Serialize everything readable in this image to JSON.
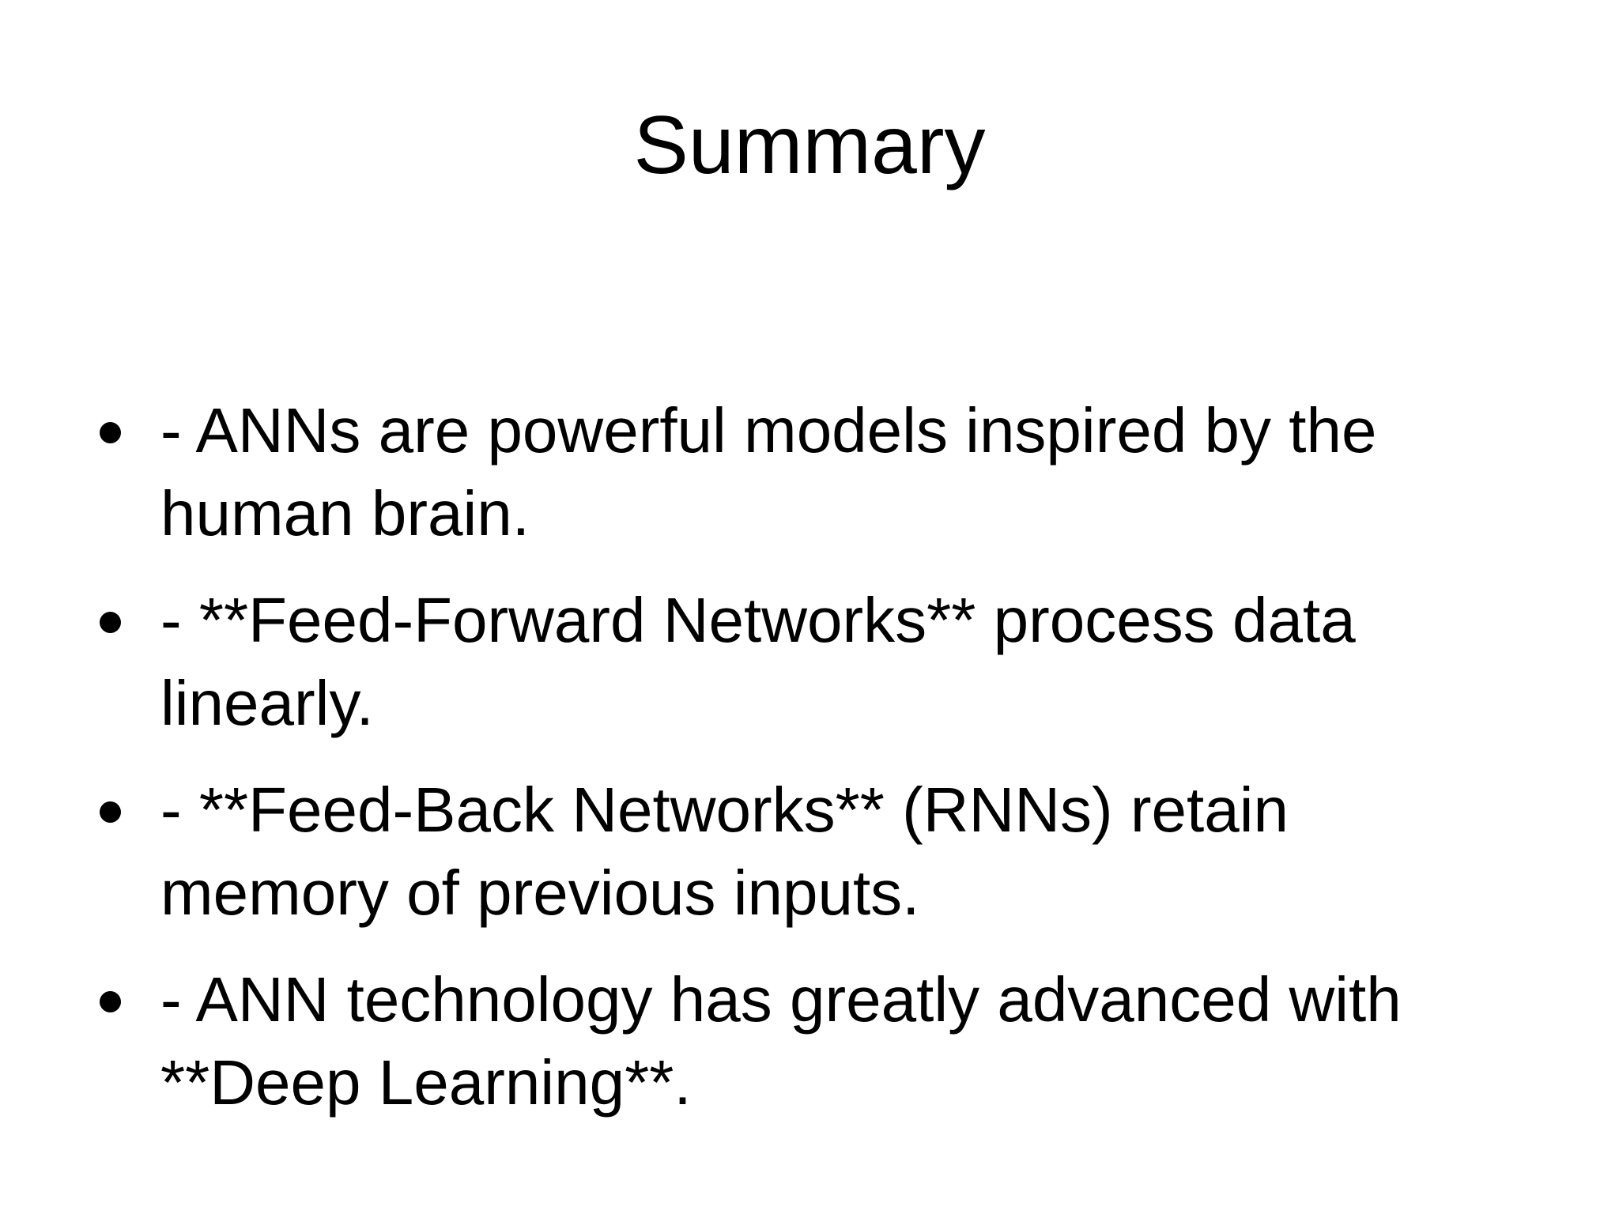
{
  "slide": {
    "title": "Summary",
    "bullet_glyph": "bullet-dot",
    "colors": {
      "background": "#ffffff",
      "text": "#000000"
    },
    "bullets": [
      {
        "lines": [
          "- ANNs are powerful models inspired by the",
          "human brain."
        ]
      },
      {
        "lines": [
          "- **Feed-Forward Networks** process data",
          "linearly."
        ]
      },
      {
        "lines": [
          "- **Feed-Back Networks** (RNNs) retain",
          "memory of previous inputs."
        ]
      },
      {
        "lines": [
          "- ANN technology has greatly advanced with",
          "**Deep Learning**."
        ]
      }
    ]
  }
}
